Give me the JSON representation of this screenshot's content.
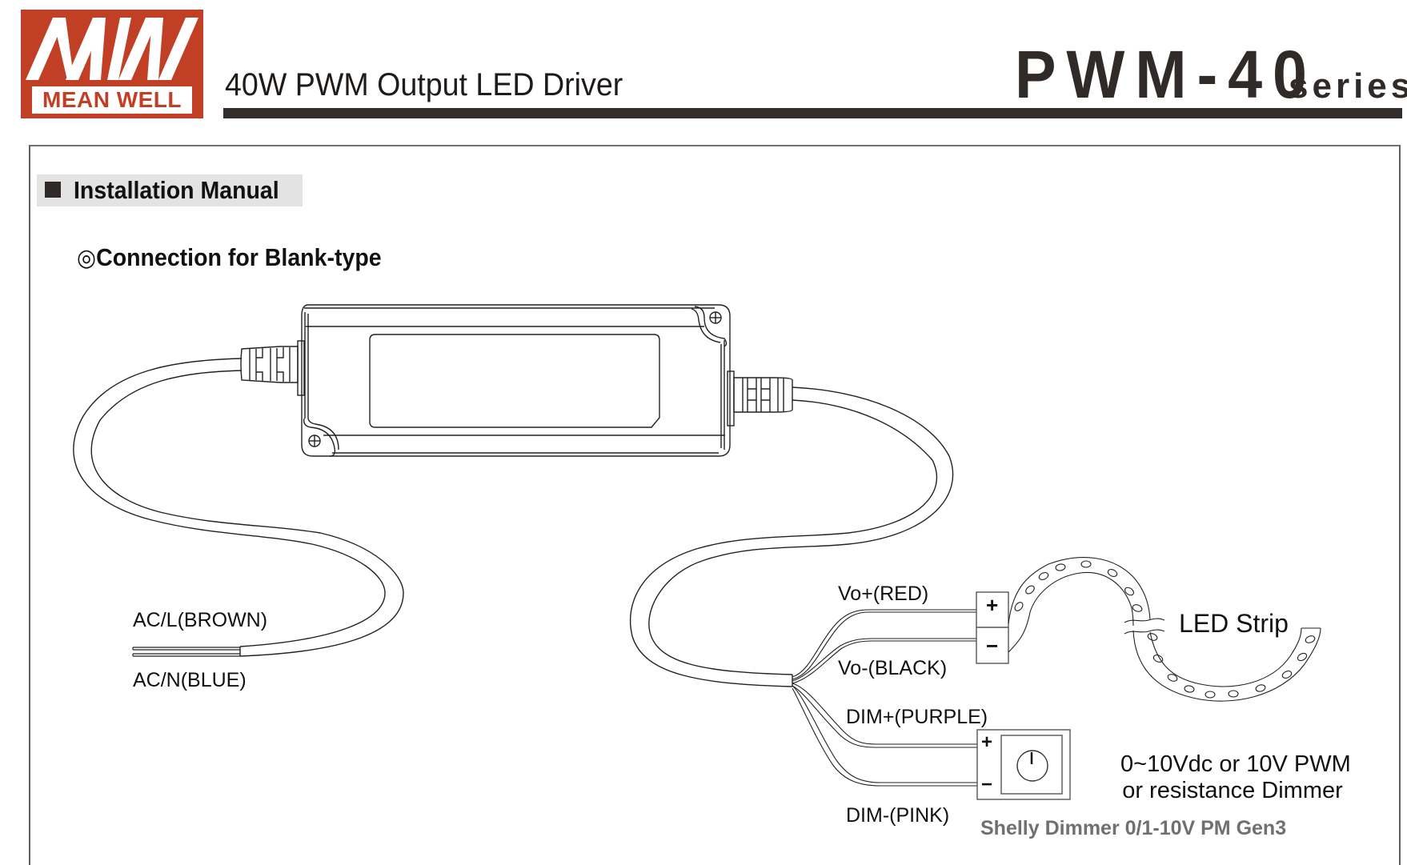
{
  "header": {
    "brand": {
      "logo_icon": "mean-well-mw-logo",
      "wordmark": "MEAN WELL",
      "brand_color": "#c13f24"
    },
    "subtitle": "40W PWM Output LED Driver",
    "model": "PWM-40",
    "series_label": "series",
    "text_color": "#302b28"
  },
  "section": {
    "title": "Installation Manual",
    "title_icon": "black-square-bullet",
    "subsection_mark": "◎",
    "subsection_title": "Connection for Blank-type"
  },
  "diagram": {
    "device_icon": "led-driver-enclosure",
    "input_wires": {
      "line_label": "AC/L(BROWN)",
      "neutral_label": "AC/N(BLUE)"
    },
    "output_wires": {
      "vo_plus_label": "Vo+(RED)",
      "vo_minus_label": "Vo-(BLACK)",
      "dim_plus_label": "DIM+(PURPLE)",
      "dim_minus_label": "DIM-(PINK)"
    },
    "led_terminal": {
      "plus": "+",
      "minus": "−"
    },
    "led_strip_label": "LED Strip",
    "dimmer_terminal": {
      "plus": "+",
      "minus": "−"
    },
    "dimmer_icon": "rotary-knob",
    "dimmer_description_line1": "0~10Vdc or 10V PWM",
    "dimmer_description_line2": "or resistance Dimmer",
    "dimmer_product": "Shelly Dimmer 0/1-10V PM Gen3",
    "dimmer_product_color": "#707070"
  }
}
